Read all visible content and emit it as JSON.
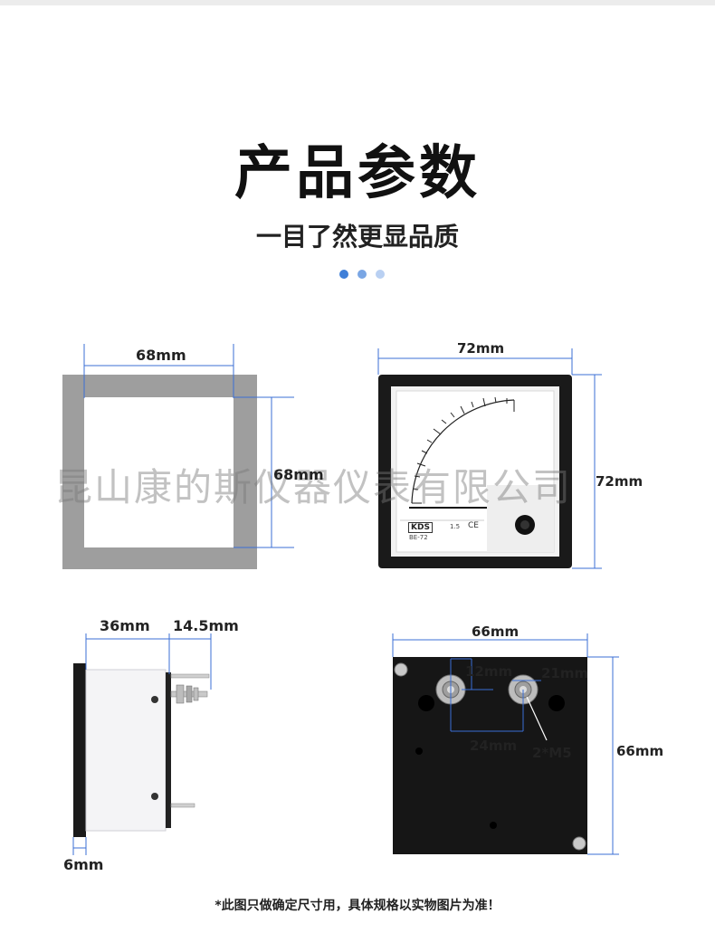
{
  "header": {
    "title": "产品参数",
    "subtitle": "一目了然更显品质",
    "dot_colors": [
      "#3f7fd8",
      "#7aa6e4",
      "#b9d0f2"
    ]
  },
  "watermark": "昆山康的斯仪器仪表有限公司",
  "cutout": {
    "width_label": "68mm",
    "height_label": "68mm"
  },
  "front_view": {
    "width_label": "72mm",
    "height_label": "72mm",
    "brand": "KDS",
    "model": "BE-72",
    "class_mark": "1.5",
    "ce_mark": "CE"
  },
  "side_view": {
    "depth_label": "36mm",
    "terminal_label": "14.5mm",
    "bezel_label": "6mm"
  },
  "rear_view": {
    "width_label": "66mm",
    "height_label": "66mm",
    "terminal_dia_label": "12mm",
    "washer_dia_label": "21mm",
    "spacing_label": "24mm",
    "thread_label": "2*M5"
  },
  "footnote": "*此图只做确定尺寸用，具体规格以实物图片为准！",
  "colors": {
    "dimension_line": "#3b6fd6",
    "panel_gray": "#9e9e9e",
    "meter_body": "#1a1a1a"
  }
}
